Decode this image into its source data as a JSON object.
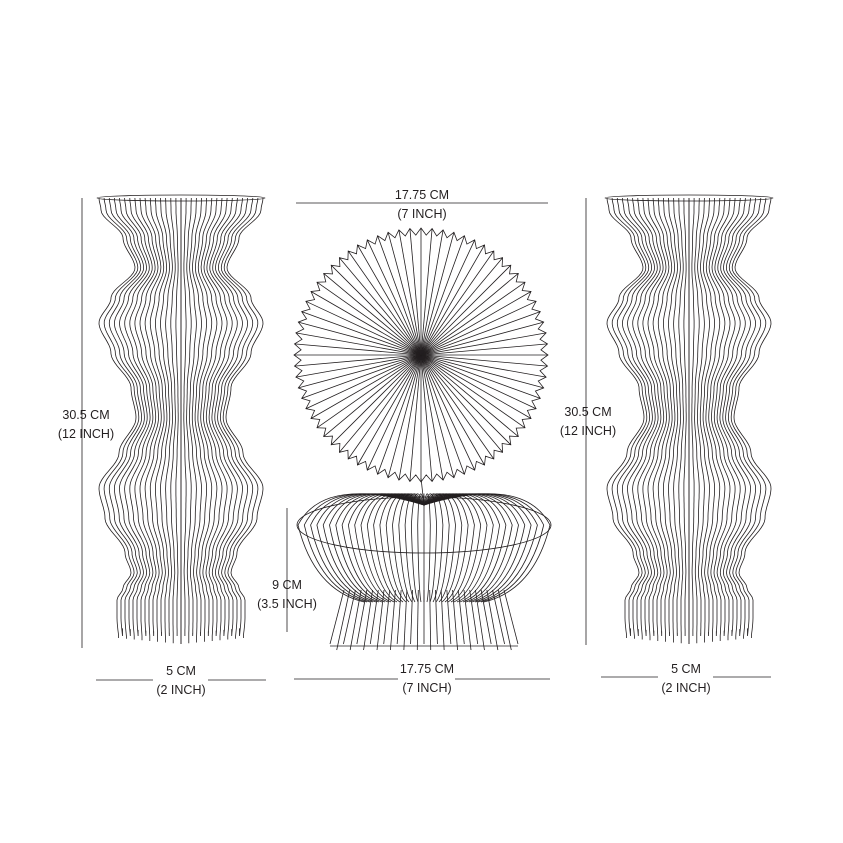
{
  "colors": {
    "ink": "#231f20",
    "background": "#ffffff"
  },
  "left_vase": {
    "height_label": "30.5 CM",
    "height_label_imperial": "(12 INCH)",
    "width_label": "5 CM",
    "width_label_imperial": "(2 INCH)"
  },
  "center_piece": {
    "top_width_label": "17.75 CM",
    "top_width_label_imperial": "(7 INCH)",
    "base_height_label": "9 CM",
    "base_height_label_imperial": "(3.5 INCH)",
    "bottom_width_label": "17.75 CM",
    "bottom_width_label_imperial": "(7 INCH)"
  },
  "right_vase": {
    "height_label": "30.5 CM",
    "height_label_imperial": "(12 INCH)",
    "width_label": "5 CM",
    "width_label_imperial": "(2 INCH)"
  }
}
